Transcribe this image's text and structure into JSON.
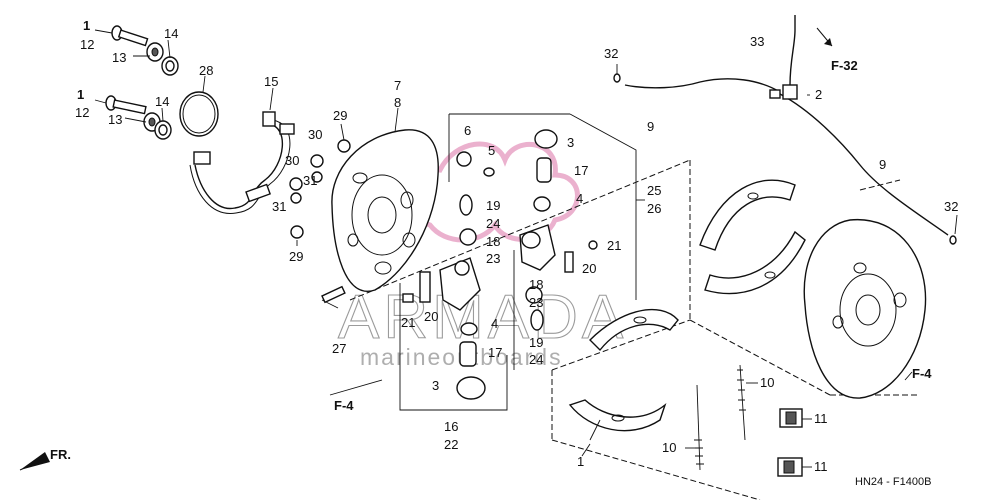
{
  "callouts": {
    "c1a": "1",
    "c12a": "12",
    "c13a": "13",
    "c14a": "14",
    "c1b": "1",
    "c12b": "12",
    "c13b": "13",
    "c14b": "14",
    "c28": "28",
    "c15": "15",
    "c7": "7",
    "c8": "8",
    "c29a": "29",
    "c30a": "30",
    "c30b": "30",
    "c31a": "31",
    "c31b": "31",
    "c29b": "29",
    "c6": "6",
    "c5": "5",
    "c3a": "3",
    "c17a": "17",
    "c4a": "4",
    "c19a": "19",
    "c24a": "24",
    "c18a": "18",
    "c23a": "23",
    "c25": "25",
    "c26": "26",
    "c21a": "21",
    "c20a": "20",
    "c18b": "18",
    "c23b": "23",
    "c21b": "21",
    "c20b": "20",
    "c4b": "4",
    "c19b": "19",
    "c24b": "24",
    "c17b": "17",
    "c3b": "3",
    "c16": "16",
    "c22": "22",
    "c27": "27",
    "c32a": "32",
    "c9a": "9",
    "c33": "33",
    "c2": "2",
    "c9b": "9",
    "c32b": "32",
    "c10a": "10",
    "c10b": "10",
    "c11a": "11",
    "c11b": "11",
    "c1c": "1"
  },
  "refs": {
    "f32": "F-32",
    "f4a": "F-4",
    "f4b": "F-4",
    "fr": "FR."
  },
  "watermark": {
    "brand": "ARMADA",
    "tagline": "marineoutboards"
  },
  "diagram_code": "HN24 - F1400B",
  "colors": {
    "ink": "#111111",
    "watermark_pink": "#e7a3c6",
    "watermark_gray": "#7a7a7a"
  }
}
